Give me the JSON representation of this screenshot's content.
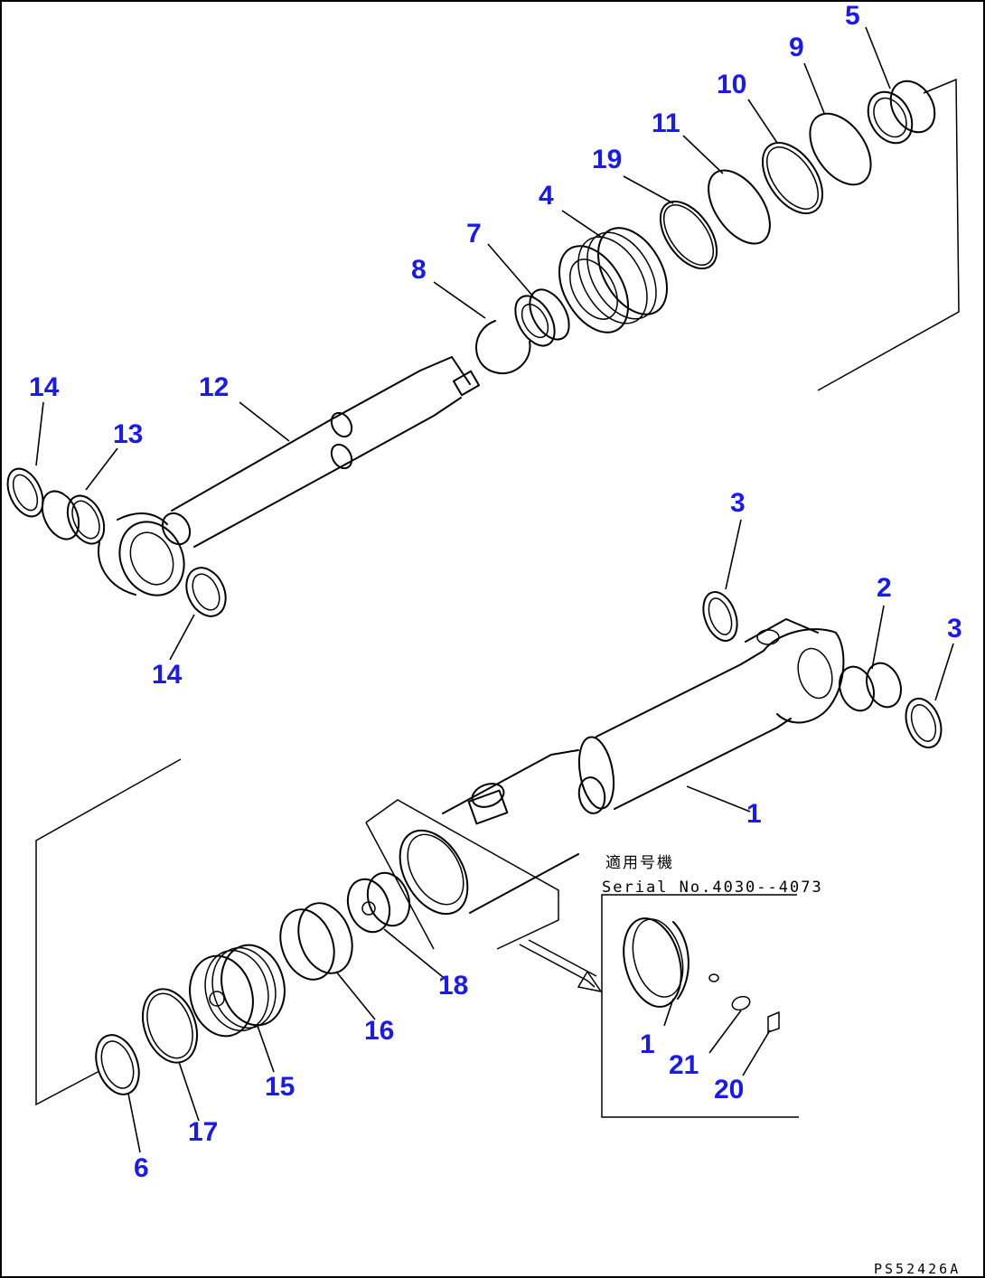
{
  "drawing_code": "PS52426A",
  "inset": {
    "title_jp": "適用号機",
    "serial": "Serial No.4030--4073"
  },
  "callouts": {
    "c5": "5",
    "c9": "9",
    "c10": "10",
    "c11": "11",
    "c19": "19",
    "c4": "4",
    "c7": "7",
    "c8": "8",
    "c12": "12",
    "c13": "13",
    "c14a": "14",
    "c14b": "14",
    "c3a": "3",
    "c2": "2",
    "c3b": "3",
    "c1": "1",
    "c18": "18",
    "c16": "16",
    "c15": "15",
    "c17": "17",
    "c6": "6",
    "c1i": "1",
    "c21": "21",
    "c20": "20"
  }
}
